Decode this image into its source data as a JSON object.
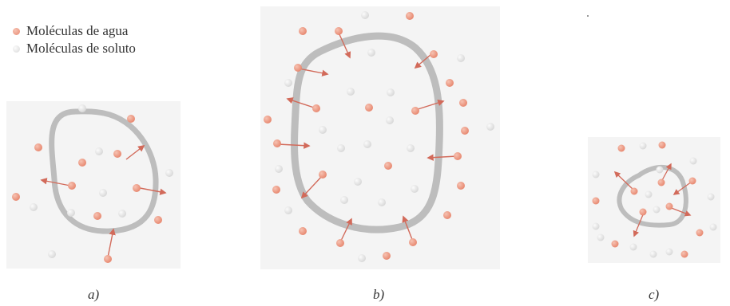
{
  "legend": {
    "water_label": "Moléculas de agua",
    "solute_label": "Moléculas de soluto"
  },
  "captions": {
    "a": "a)",
    "b": "b)",
    "c": "c)"
  },
  "colors": {
    "water": "#e88a72",
    "water_highlight": "#f6c2b2",
    "solute": "#e3e3e3",
    "solute_highlight": "#fbfbfb",
    "membrane": "#bdbdbd",
    "arrow": "#d26a5a",
    "panel_background": "#f4f4f4",
    "text": "#333333"
  }
}
